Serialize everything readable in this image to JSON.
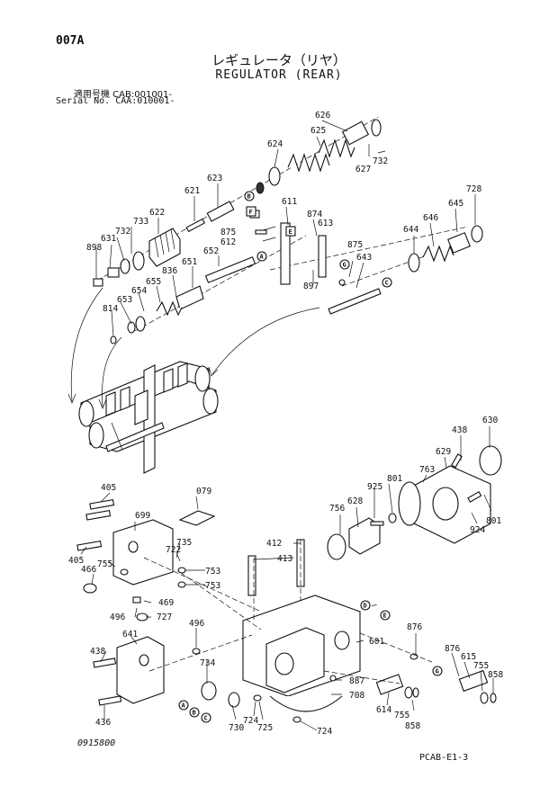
{
  "header": {
    "page_code": "007A",
    "title_jp": "レギュレータ（リヤ）",
    "title_en": "REGULATOR (REAR)",
    "serial_line1": "適用号機 CAB:001001-",
    "serial_line2": "Serial No. CAA:010001-"
  },
  "footer": {
    "doc_no": "0915800",
    "sheet_ref": "PCAB-E1-3"
  },
  "part_labels": {
    "p626": "626",
    "p625": "625",
    "p624": "624",
    "p627": "627",
    "p732a": "732",
    "p623": "623",
    "p621": "621",
    "p622": "622",
    "p733": "733",
    "p732b": "732",
    "p631": "631",
    "p898": "898",
    "p611": "611",
    "p875a": "875",
    "p612": "612",
    "p874": "874",
    "p613": "613",
    "p652": "652",
    "p651": "651",
    "p836": "836",
    "p655": "655",
    "p654": "654",
    "p653": "653",
    "p814": "814",
    "p897": "897",
    "p875b": "875",
    "p643": "643",
    "p644": "644",
    "p646": "646",
    "p645": "645",
    "p728": "728",
    "p438a": "438",
    "p630": "630",
    "p629": "629",
    "p763": "763",
    "p801a": "801",
    "p925": "925",
    "p628": "628",
    "p756": "756",
    "p801b": "801",
    "p924": "924",
    "p405a": "405",
    "p699": "699",
    "p079": "079",
    "p405b": "405",
    "p466": "466",
    "p755a": "755",
    "p735": "735",
    "p722": "722",
    "p753a": "753",
    "p753b": "753",
    "p469": "469",
    "p496a": "496",
    "p727": "727",
    "p412": "412",
    "p413": "413",
    "p496b": "496",
    "p734": "734",
    "p641": "641",
    "p438b": "438",
    "p436": "436",
    "p601": "601",
    "p876a": "876",
    "p876b": "876",
    "p615": "615",
    "p755b": "755",
    "p858a": "858",
    "p887": "887",
    "p708": "708",
    "p614": "614",
    "p755c": "755",
    "p858b": "858",
    "p724a": "724",
    "p725": "725",
    "p730": "730",
    "p724b": "724"
  },
  "ref_markers": {
    "A": "A",
    "B": "B",
    "C": "C",
    "D": "D",
    "E": "E",
    "F": "F",
    "G": "G"
  }
}
